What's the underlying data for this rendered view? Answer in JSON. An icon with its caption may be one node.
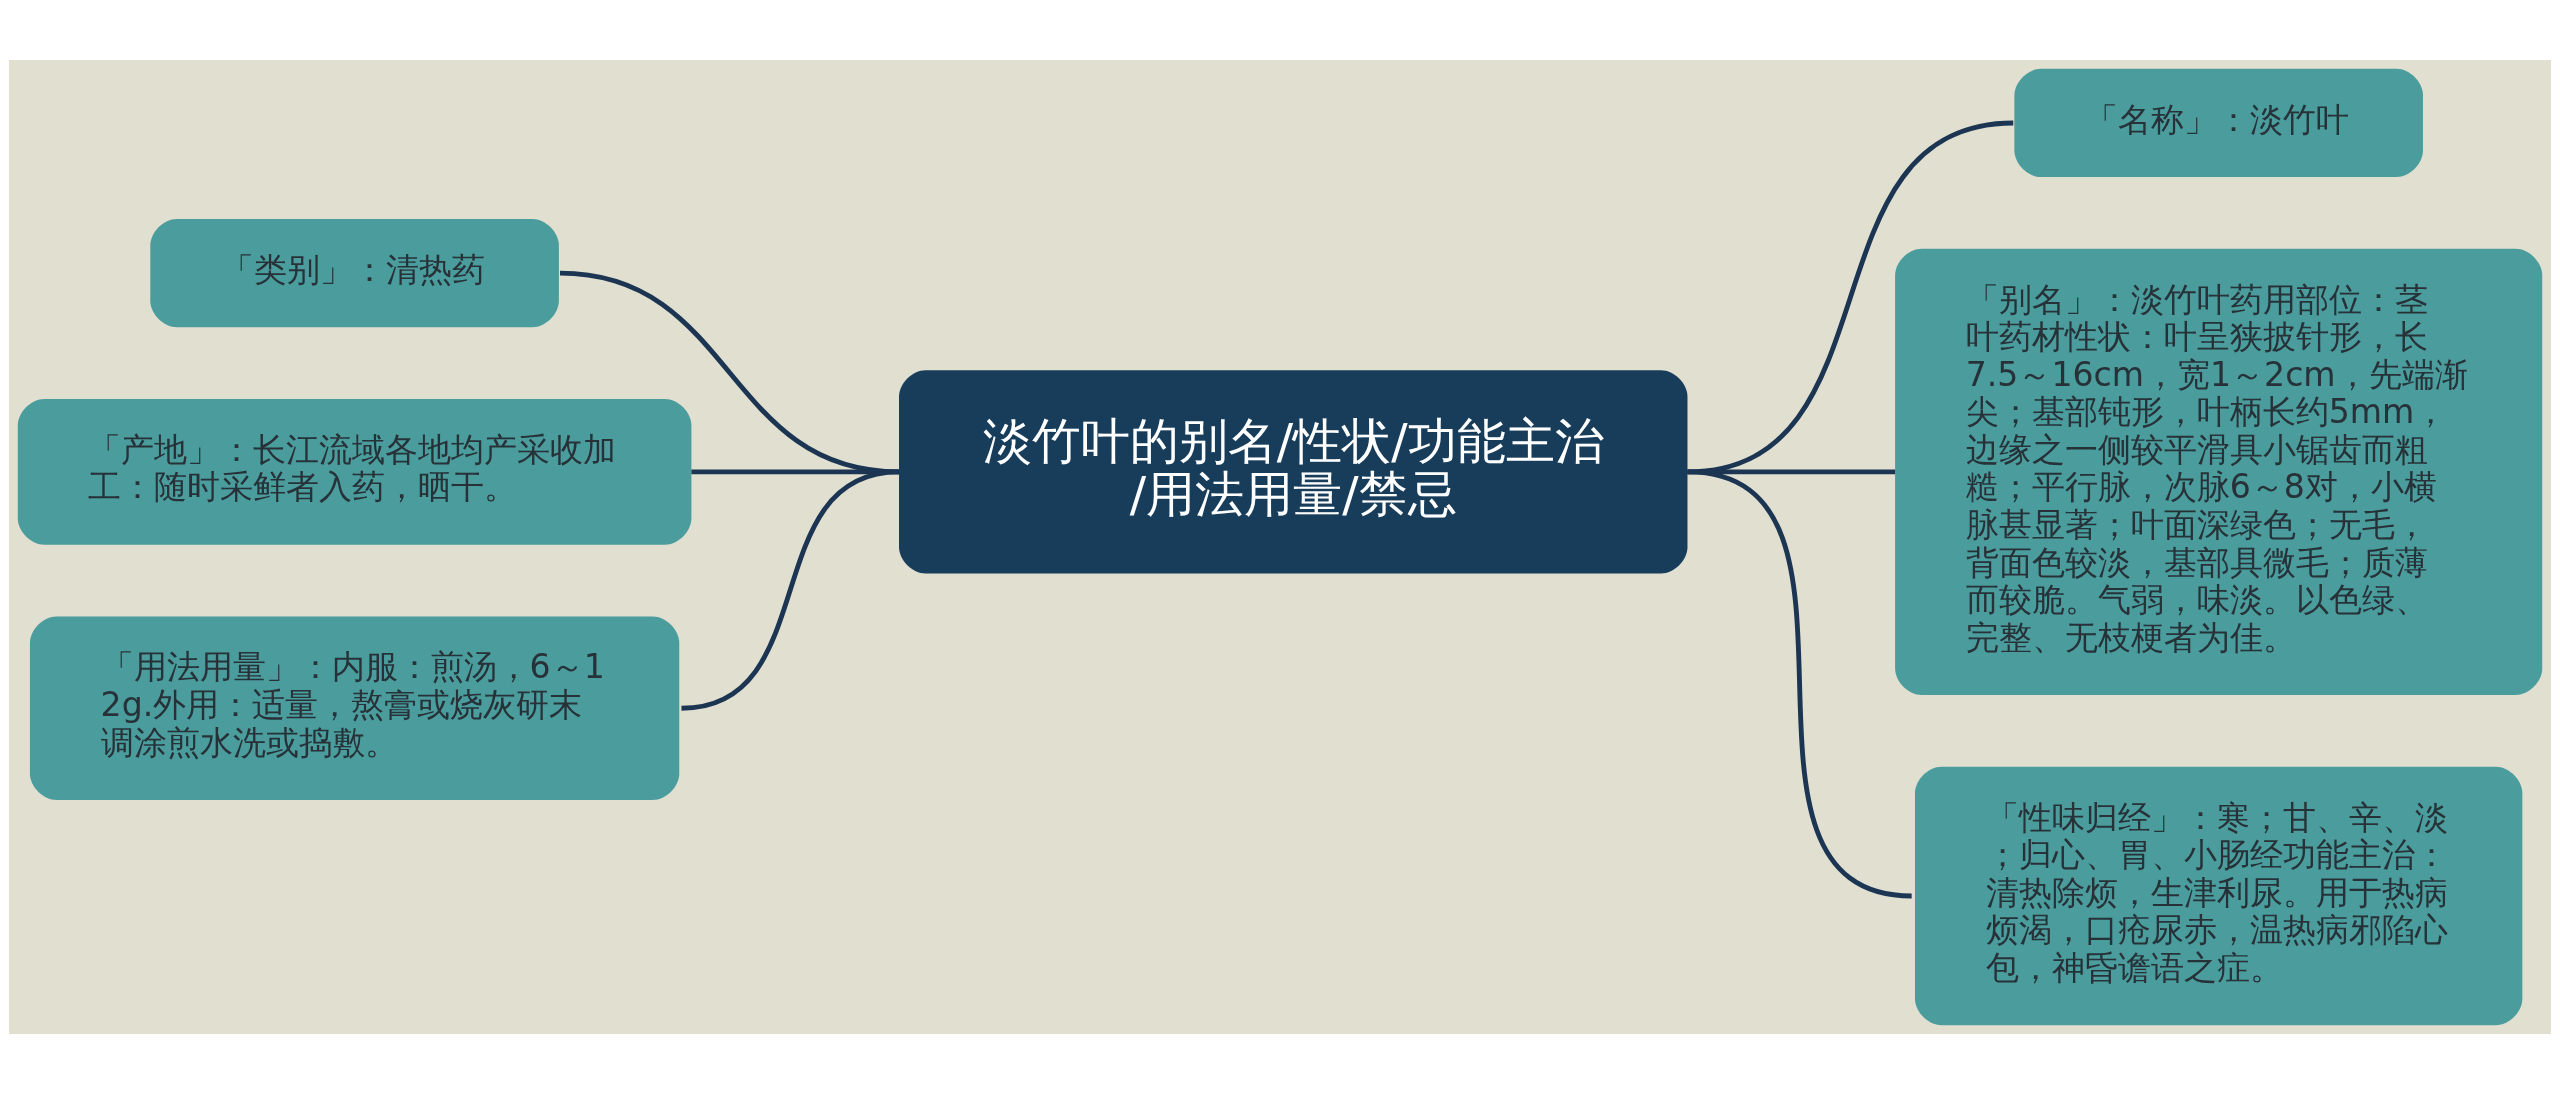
{
  "diagram": {
    "nodes": [
      {
        "text": [
          "淡竹叶的别名/性状/功能主治/用法用量/禁忌"
        ]
      },
      {
        "text": [
          "「名称」：淡竹叶"
        ]
      },
      {
        "text": [
          "「别名」：淡竹叶药用部位：茎叶药材性状：叶呈狭披针形，长7.5～16cm，宽1～2cm，先端渐尖；基部钝形，叶柄长约5mm，边缘之一侧较平滑具小锯齿而粗糙；平行脉，次脉6～8对，小横脉甚显著；叶面深绿色；无毛，背面色较淡，基部具微毛；质薄而较脆。气弱，味淡。以色绿、完整、无枝梗者为佳。"
        ]
      },
      {
        "text": [
          "「性味归经」：寒；甘、辛、淡；归心、胃、小肠经功能主治：清热除烦，生津利尿。用于热病烦渴，口疮尿赤，温热病邪陷心包，神昏谵语之症。"
        ]
      },
      {
        "text": [
          "「类别」：清热药"
        ]
      },
      {
        "text": [
          "「产地」：长江流域各地均产采收加工：随时采鲜者入药，晒干。"
        ]
      },
      {
        "text": [
          "「用法用量」：内服：煎汤，6～12g.外用：适量，熬膏或烧灰研末调涂煎水洗或捣敷。"
        ]
      }
    ],
    "edges": [
      {
        "from": 0,
        "to": 1,
        "arrow": "none"
      },
      {
        "from": 0,
        "to": 2,
        "arrow": "none"
      },
      {
        "from": 0,
        "to": 3,
        "arrow": "none"
      },
      {
        "from": 0,
        "to": 4,
        "arrow": "none"
      },
      {
        "from": 0,
        "to": 5,
        "arrow": "none"
      },
      {
        "from": 0,
        "to": 6,
        "arrow": "none"
      }
    ]
  }
}
